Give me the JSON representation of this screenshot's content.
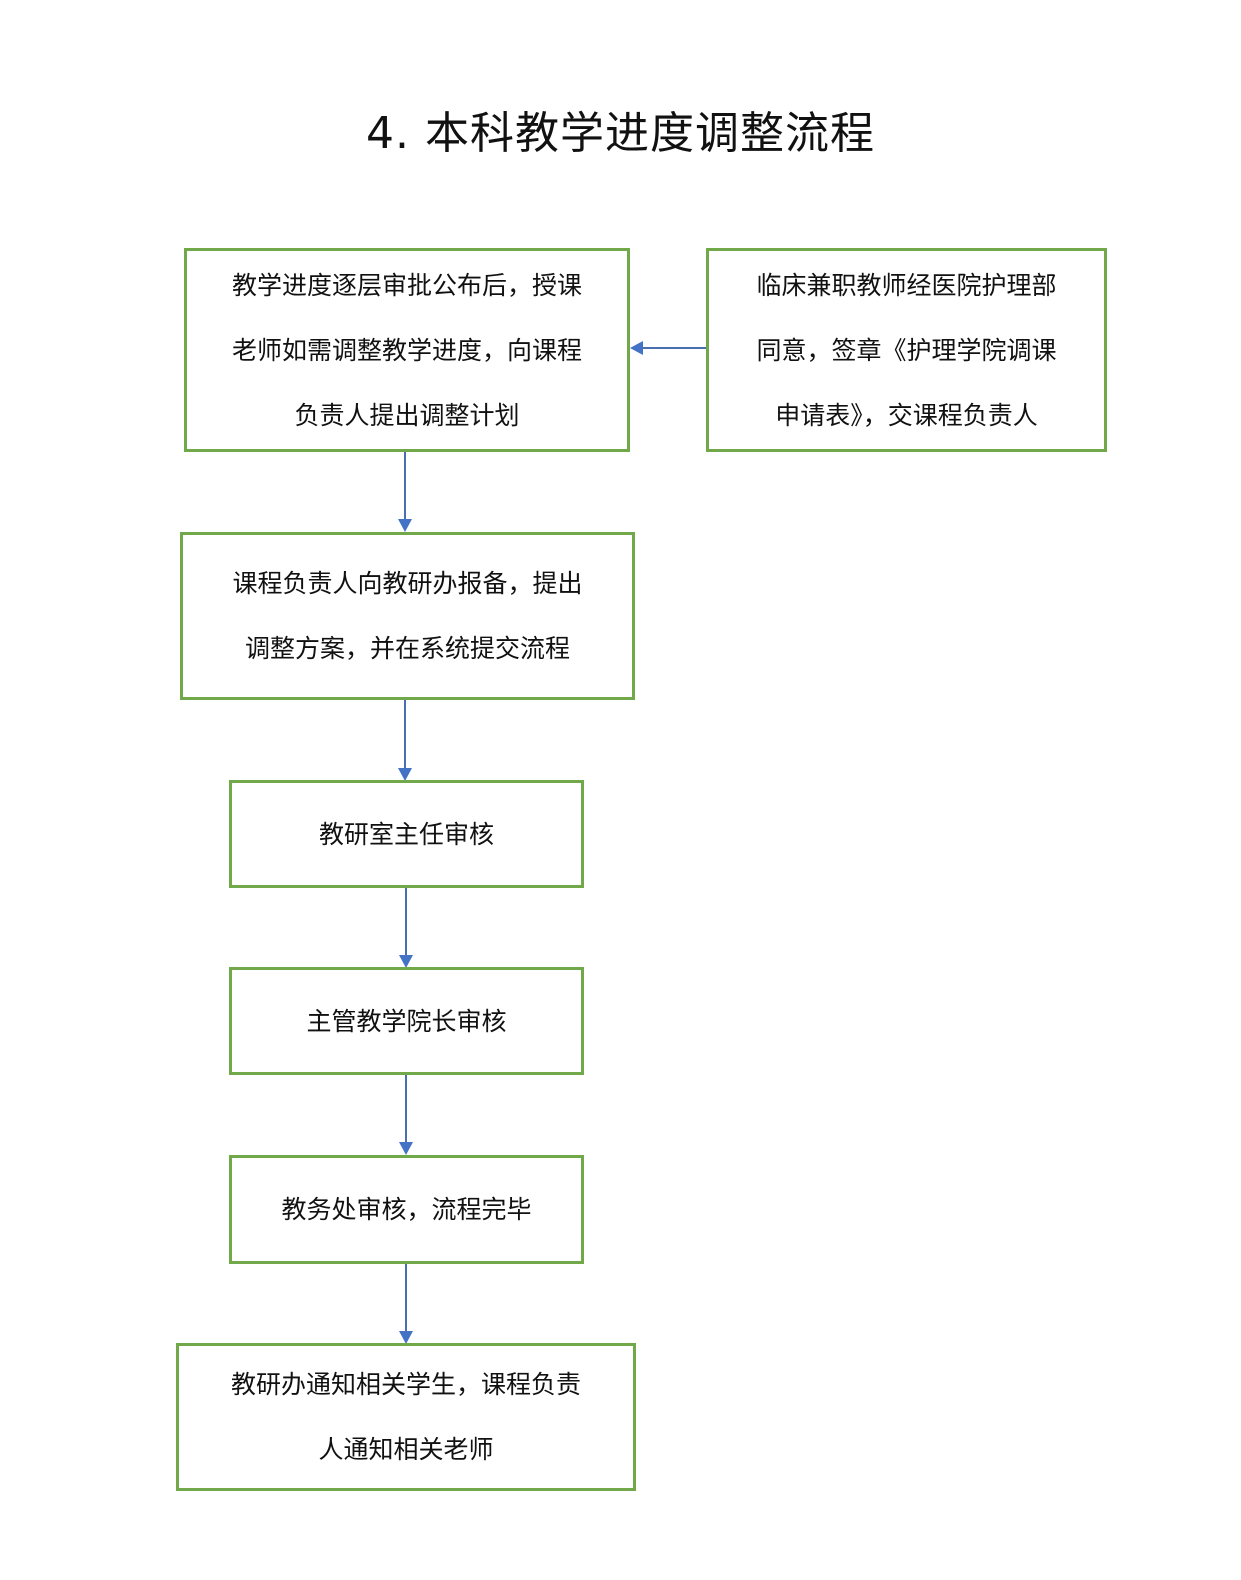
{
  "title": "4. 本科教学进度调整流程",
  "colors": {
    "box_border": "#70a84a",
    "arrow": "#4472c4",
    "text": "#111111",
    "background": "#ffffff"
  },
  "nodes": [
    {
      "id": "step1",
      "lines": [
        "教学进度逐层审批公布后，授课",
        "老师如需调整教学进度，向课程",
        "负责人提出调整计划"
      ]
    },
    {
      "id": "side",
      "lines": [
        "临床兼职教师经医院护理部",
        "同意，签章《护理学院调课",
        "申请表》，交课程负责人"
      ]
    },
    {
      "id": "step2",
      "lines": [
        "课程负责人向教研办报备，提出",
        "调整方案，并在系统提交流程"
      ]
    },
    {
      "id": "step3",
      "lines": [
        "教研室主任审核"
      ]
    },
    {
      "id": "step4",
      "lines": [
        "主管教学院长审核"
      ]
    },
    {
      "id": "step5",
      "lines": [
        "教务处审核，流程完毕"
      ]
    },
    {
      "id": "step6",
      "lines": [
        "教研办通知相关学生，课程负责",
        "人通知相关老师"
      ]
    }
  ],
  "edges": [
    {
      "from": "side",
      "to": "step1",
      "direction": "left"
    },
    {
      "from": "step1",
      "to": "step2",
      "direction": "down"
    },
    {
      "from": "step2",
      "to": "step3",
      "direction": "down"
    },
    {
      "from": "step3",
      "to": "step4",
      "direction": "down"
    },
    {
      "from": "step4",
      "to": "step5",
      "direction": "down"
    },
    {
      "from": "step5",
      "to": "step6",
      "direction": "down"
    }
  ]
}
